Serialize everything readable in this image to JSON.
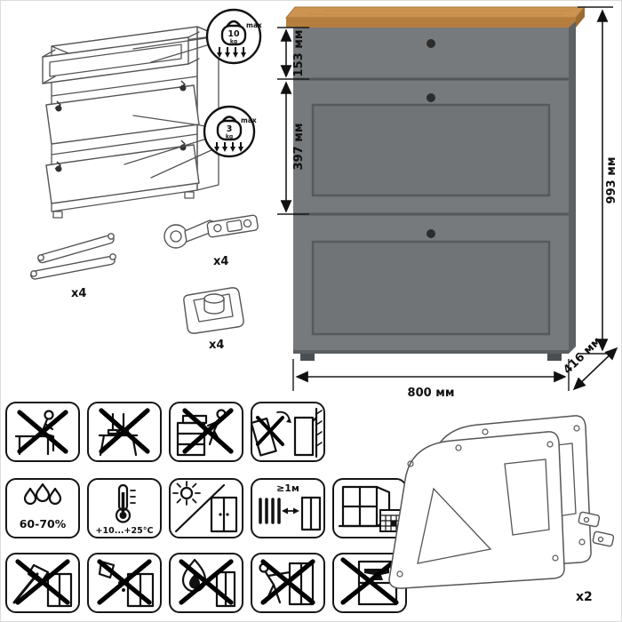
{
  "sheet": {
    "background": "#ffffff",
    "frame_border": "#dcdcdc"
  },
  "load_limits": {
    "drawer": {
      "value": "10",
      "unit": "kg",
      "note": "max"
    },
    "flaps": {
      "value": "3",
      "unit": "kg",
      "note": "max"
    }
  },
  "hardware": {
    "stay": {
      "label": "lid-stay",
      "qty": "x4"
    },
    "hinge": {
      "label": "cup-hinge",
      "qty": "x4"
    },
    "foot": {
      "label": "adjustable-foot",
      "qty": "x4"
    }
  },
  "cabinet": {
    "colors": {
      "body": "#767a7c",
      "inset": "#707476",
      "side": "#5d6164",
      "divider": "#54585a",
      "wood_top": "#cd9350",
      "wood_edge": "#b57e3e",
      "wood_end": "#9c6c33",
      "knob": "#2c2c2c"
    },
    "dims": {
      "drawer_height": "153 мм",
      "flap_height": "397 мм",
      "total_height": "993 мм",
      "width": "800 мм",
      "depth": "416 мм"
    }
  },
  "care_icons": {
    "humidity_label": "60-70%",
    "temperature_label": "+10...+25°C",
    "heat_distance_label": "≥1м"
  },
  "warning_icons": {
    "row1": [
      "no-sitting",
      "no-standing-on",
      "no-climbing",
      "anchor-to-wall"
    ],
    "row2": [
      "humidity-range",
      "temperature-range",
      "avoid-direct-sunlight",
      "keep-distance-from-heat",
      "ventilate-room"
    ],
    "row3": [
      "no-cutting",
      "no-liquids",
      "no-open-flame",
      "no-moving-loaded",
      "no-heavy-loads"
    ]
  },
  "spare_parts": {
    "side_panels_qty": "x2"
  }
}
